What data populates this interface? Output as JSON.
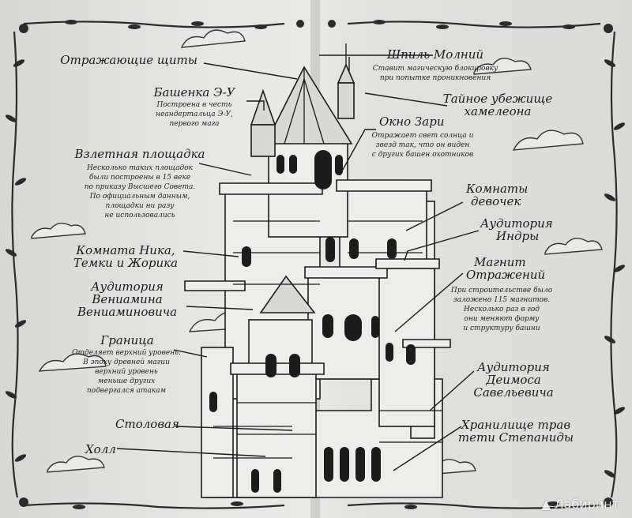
{
  "labels": {
    "shields": "Отражающие щиты",
    "tower_eu_title": "Башенка Э-У",
    "tower_eu_note_1": "Построена в честь",
    "tower_eu_note_2": "неандертальца Э-У,",
    "tower_eu_note_3": "первого мага",
    "landing_title": "Взлетная площадка",
    "landing_note_1": "Несколько таких площадок",
    "landing_note_2": "были построены в 15 веке",
    "landing_note_3": "по приказу Высшего Совета.",
    "landing_note_4": "По официальным данным,",
    "landing_note_5": "площадки ни разу",
    "landing_note_6": "не использовались",
    "room_1": "Комната Ника,",
    "room_2": "Темки и Жорика",
    "auditorium_v_1": "Аудитория",
    "auditorium_v_2": "Вениамина",
    "auditorium_v_3": "Вениаминовича",
    "border_title": "Граница",
    "border_note_1": "Отделяет верхний уровень.",
    "border_note_2": "В эпоху древней магии",
    "border_note_3": "верхний уровень",
    "border_note_4": "меньше других",
    "border_note_5": "подвергался атакам",
    "dining": "Столовая",
    "hall": "Холл",
    "spire_title": "Шпиль Молний",
    "spire_note_1": "Ставит магическую блокировку",
    "spire_note_2": "при попытке проникновения",
    "hideout_1": "Тайное убежище",
    "hideout_2": "хамелеона",
    "dawn_title": "Окно Зари",
    "dawn_note_1": "Отражает свет солнца и",
    "dawn_note_2": "звезд так, что он виден",
    "dawn_note_3": "с других башен охотников",
    "girls_1": "Комнаты",
    "girls_2": "девочек",
    "indra_1": "Аудитория",
    "indra_2": "Индры",
    "magnet_1": "Магнит",
    "magnet_2": "Отражений",
    "magnet_note_1": "При строительстве было",
    "magnet_note_2": "заложено 115 магнитов.",
    "magnet_note_3": "Несколько раз в год",
    "magnet_note_4": "они меняют форму",
    "magnet_note_5": "и структуру башни",
    "deimos_1": "Аудитория",
    "deimos_2": "Деимоса",
    "deimos_3": "Савельевича",
    "herbs_1": "Хранилище трав",
    "herbs_2": "тети Степаниды"
  },
  "watermark": "Лабиринт"
}
